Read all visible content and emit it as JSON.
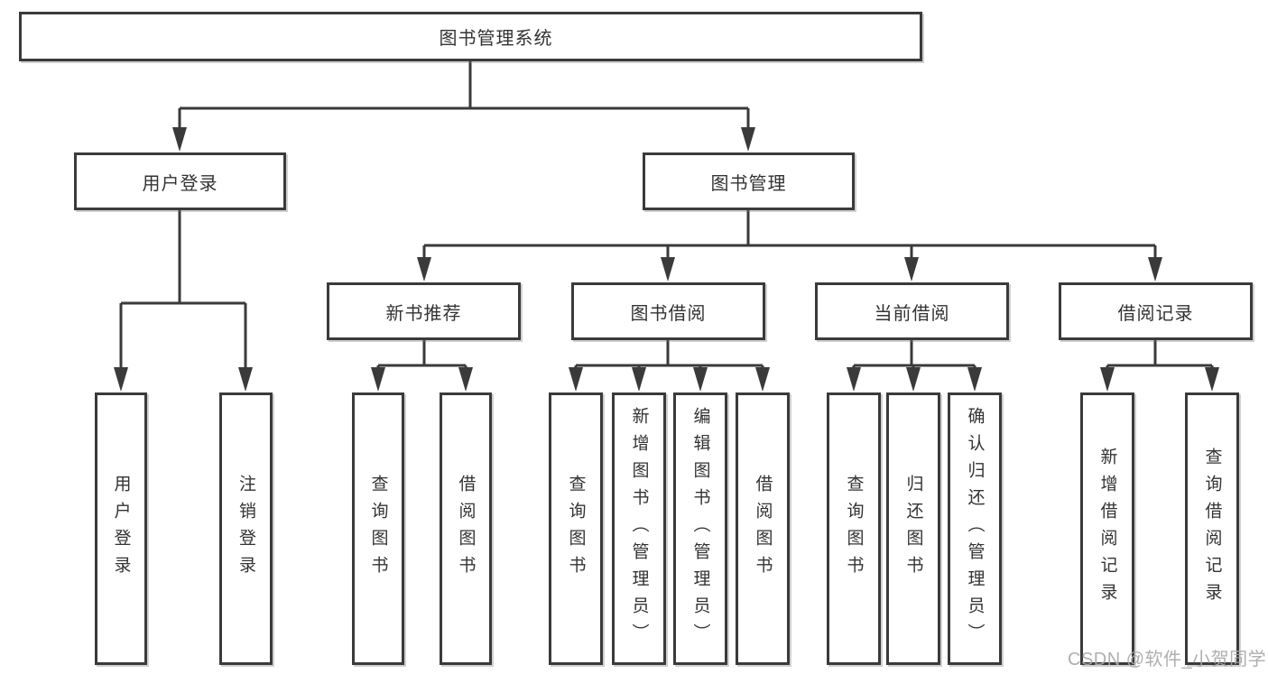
{
  "tree": {
    "root": {
      "label": "图书管理系统"
    },
    "branches": [
      {
        "label": "用户登录",
        "children": [
          {
            "label": "用户登录"
          },
          {
            "label": "注销登录"
          }
        ]
      },
      {
        "label": "图书管理",
        "groups": [
          {
            "label": "新书推荐",
            "children": [
              {
                "label": "查询图书"
              },
              {
                "label": "借阅图书"
              }
            ]
          },
          {
            "label": "图书借阅",
            "children": [
              {
                "label": "查询图书"
              },
              {
                "label": "新增图书（管理员）"
              },
              {
                "label": "编辑图书（管理员）"
              },
              {
                "label": "借阅图书"
              }
            ]
          },
          {
            "label": "当前借阅",
            "children": [
              {
                "label": "查询图书"
              },
              {
                "label": "归还图书"
              },
              {
                "label": "确认归还（管理员）"
              }
            ]
          },
          {
            "label": "借阅记录",
            "children": [
              {
                "label": "新增借阅记录"
              },
              {
                "label": "查询借阅记录"
              }
            ]
          }
        ]
      }
    ]
  },
  "watermark": {
    "text": "CSDN @软件_小贺同学",
    "color": "#a8a8a8"
  },
  "colors": {
    "line": "#3a3a3a",
    "box_border": "#3a3a3a",
    "text": "#333333",
    "background": "#ffffff"
  }
}
